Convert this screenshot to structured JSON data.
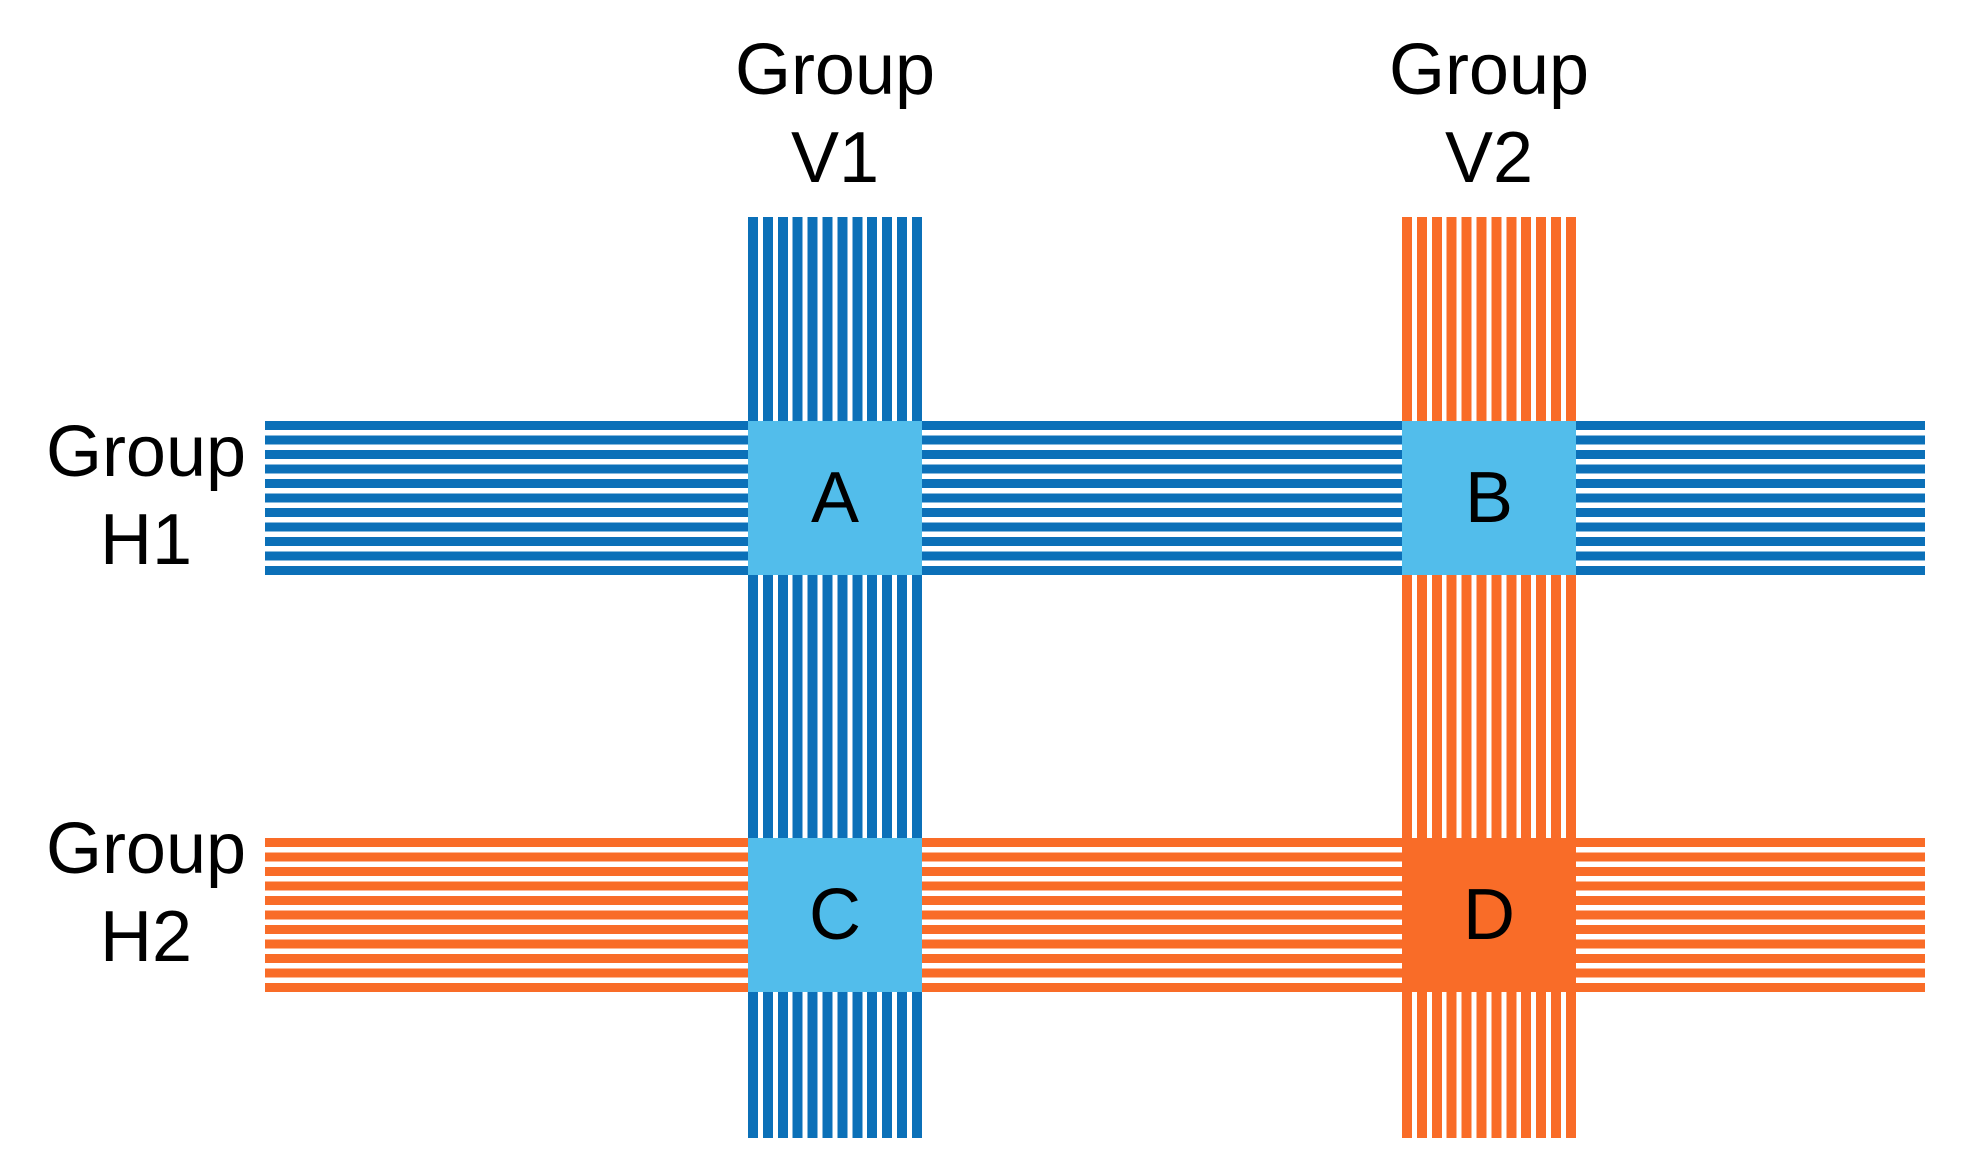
{
  "colors": {
    "blue": "#0B70B8",
    "orange": "#F96C28",
    "light_blue": "#52BDEB",
    "label_text": "#000000",
    "background": "#FFFFFF"
  },
  "labels": {
    "v1": {
      "line1": "Group",
      "line2": "V1"
    },
    "v2": {
      "line1": "Group",
      "line2": "V2"
    },
    "h1": {
      "line1": "Group",
      "line2": "H1"
    },
    "h2": {
      "line1": "Group",
      "line2": "H2"
    }
  },
  "cells": {
    "a": "A",
    "b": "B",
    "c": "C",
    "d": "D"
  }
}
